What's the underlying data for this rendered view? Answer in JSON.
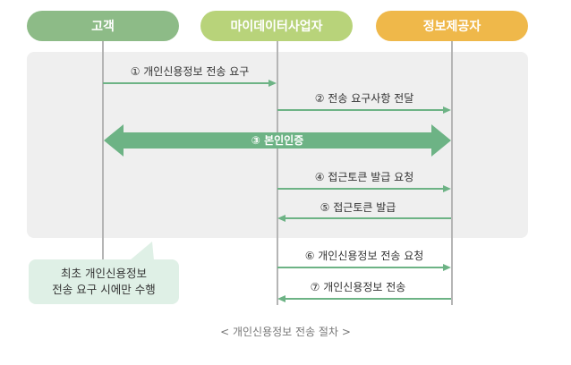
{
  "participants": [
    {
      "label": "고객",
      "color": "#8dbb87"
    },
    {
      "label": "마이데이터사업자",
      "color": "#b8d37a"
    },
    {
      "label": "정보제공자",
      "color": "#efb84a"
    }
  ],
  "steps": [
    {
      "label": "① 개인신용정보 전송 요구",
      "from": 0,
      "to": 1
    },
    {
      "label": "② 전송 요구사항 전달",
      "from": 1,
      "to": 2
    },
    {
      "label": "③ 본인인증",
      "from": 0,
      "to": 2,
      "bidirectional": true
    },
    {
      "label": "④ 접근토큰 발급 요청",
      "from": 1,
      "to": 2
    },
    {
      "label": "⑤ 접근토큰 발급",
      "from": 2,
      "to": 1
    },
    {
      "label": "⑥ 개인신용정보 전송 요청",
      "from": 1,
      "to": 2
    },
    {
      "label": "⑦ 개인신용정보 전송",
      "from": 2,
      "to": 1
    }
  ],
  "note": {
    "line1": "최초 개인신용정보",
    "line2": "전송 요구 시에만 수행"
  },
  "caption": "< 개인신용정보 전송 절차 >",
  "colors": {
    "arrow": "#6db385",
    "band": "#efefef",
    "note_bg": "#dff0e6"
  }
}
